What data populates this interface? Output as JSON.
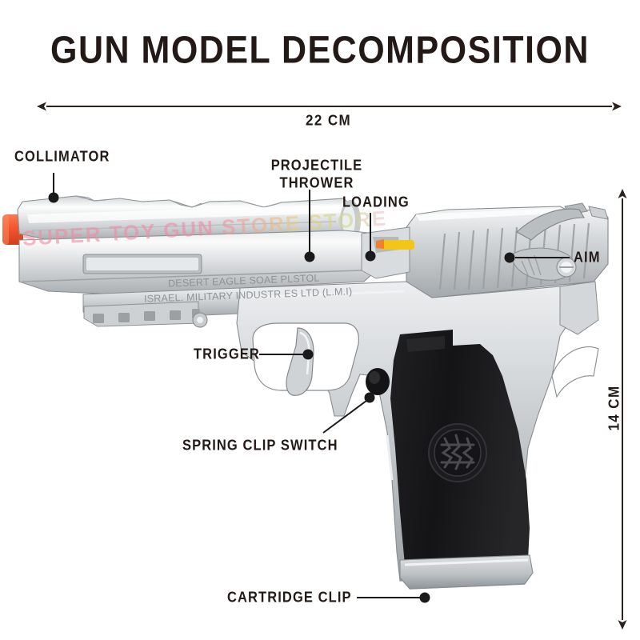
{
  "title": "GUN MODEL DECOMPOSITION",
  "dimensions": {
    "width_label": "22 CM",
    "height_label": "14 CM"
  },
  "callouts": [
    {
      "id": "collimator",
      "label": "COLLIMATOR"
    },
    {
      "id": "projectile-thrower",
      "label_line1": "PROJECTILE",
      "label_line2": "THROWER"
    },
    {
      "id": "loading",
      "label": "LOADING"
    },
    {
      "id": "aim",
      "label": "AIM"
    },
    {
      "id": "trigger",
      "label": "TRIGGER"
    },
    {
      "id": "spring-clip-switch",
      "label": "SPRING CLIP SWITCH"
    },
    {
      "id": "cartridge-clip",
      "label": "CARTRIDGE CLIP"
    }
  ],
  "engraving": {
    "line1": "DESERT EAGLE SOAE PLSTOL",
    "line2": "ISRAEL. MILITARY INDUSTR ES LTD (L.M.I)"
  },
  "watermark": "SUPER TOY GUN STORE STORE",
  "colors": {
    "ink": "#231a17",
    "metal_light": "#f2f3f4",
    "metal_mid": "#c9ccce",
    "metal_dark": "#8e9397",
    "metal_shadow": "#6c7175",
    "grip_black": "#19191b",
    "muzzle_orange": "#f4552e",
    "accent_yellow": "#f2c518",
    "watermark_pink": "#ef8fa6"
  }
}
